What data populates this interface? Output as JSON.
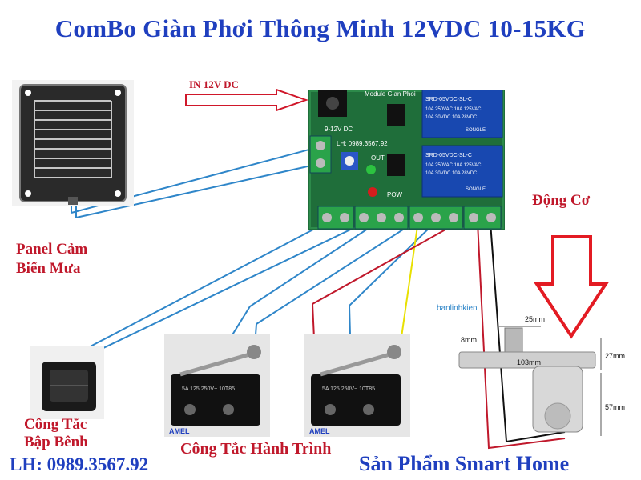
{
  "title": "ComBo Giàn Phơi Thông Minh 12VDC 10-15KG",
  "input_label": "IN 12V DC",
  "module": {
    "brand_text": "Module Gian Phoi",
    "voltage_text": "9-12V DC",
    "phone_text": "LH: 0989.3567.92",
    "out_label": "OUT",
    "pow_label": "POW",
    "relay_lines": [
      "SRD-05VDC-SL-C",
      "10A 250VAC 10A 125VAC",
      "10A 30VDC 10A 28VDC",
      "SONGLE"
    ]
  },
  "labels": {
    "sensor_line1": "Panel Cảm",
    "sensor_line2": "Biến Mưa",
    "motor": "Động Cơ",
    "rocker_line1": "Công Tắc",
    "rocker_line2": "Bập Bênh",
    "limit": "Công Tắc Hành Trình",
    "contact": "LH: 0989.3567.92",
    "product": "Sản Phẩm Smart Home"
  },
  "limit_switch": {
    "brand": "AMEL",
    "model_text": "5A 125 250V~ 10T85"
  },
  "motor_dimensions": {
    "shaft_length": "8mm",
    "top_width": "25mm",
    "body_width": "103mm",
    "top_height": "27mm",
    "body_height": "57mm"
  },
  "watermark_text": "banlinhkien"
}
